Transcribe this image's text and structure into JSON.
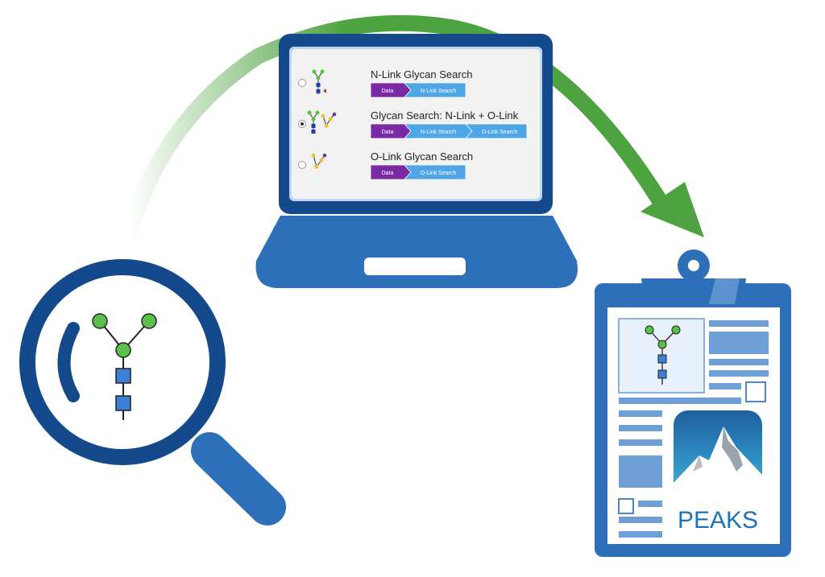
{
  "colors": {
    "navy": "#144a8c",
    "blue": "#2d6fb8",
    "green": "#4ca33f",
    "glycan_green": "#59c04a",
    "glycan_blue": "#3b7fd6",
    "data_purple": "#7b2aa5",
    "step_blue": "#4fa6e6",
    "peaks_text": "#1f73b5"
  },
  "laptop": {
    "workflows": [
      {
        "title": "N-Link Glycan Search",
        "selected": false,
        "steps": [
          "Data",
          "N-Link Search"
        ]
      },
      {
        "title": "Glycan Search: N-Link + O-Link",
        "selected": true,
        "steps": [
          "Data",
          "N-Link Search",
          "O-Link Search"
        ]
      },
      {
        "title": "O-Link Glycan Search",
        "selected": false,
        "steps": [
          "Data",
          "O-Link Search"
        ]
      }
    ]
  },
  "report": {
    "logo_text": "PEAKS"
  },
  "icons": {
    "magnifier": "magnifying-glass-icon",
    "laptop": "laptop-icon",
    "clipboard": "clipboard-icon",
    "arrow": "curved-arrow-icon",
    "glycan": "glycan-structure-icon",
    "logo": "peaks-mountain-logo"
  }
}
